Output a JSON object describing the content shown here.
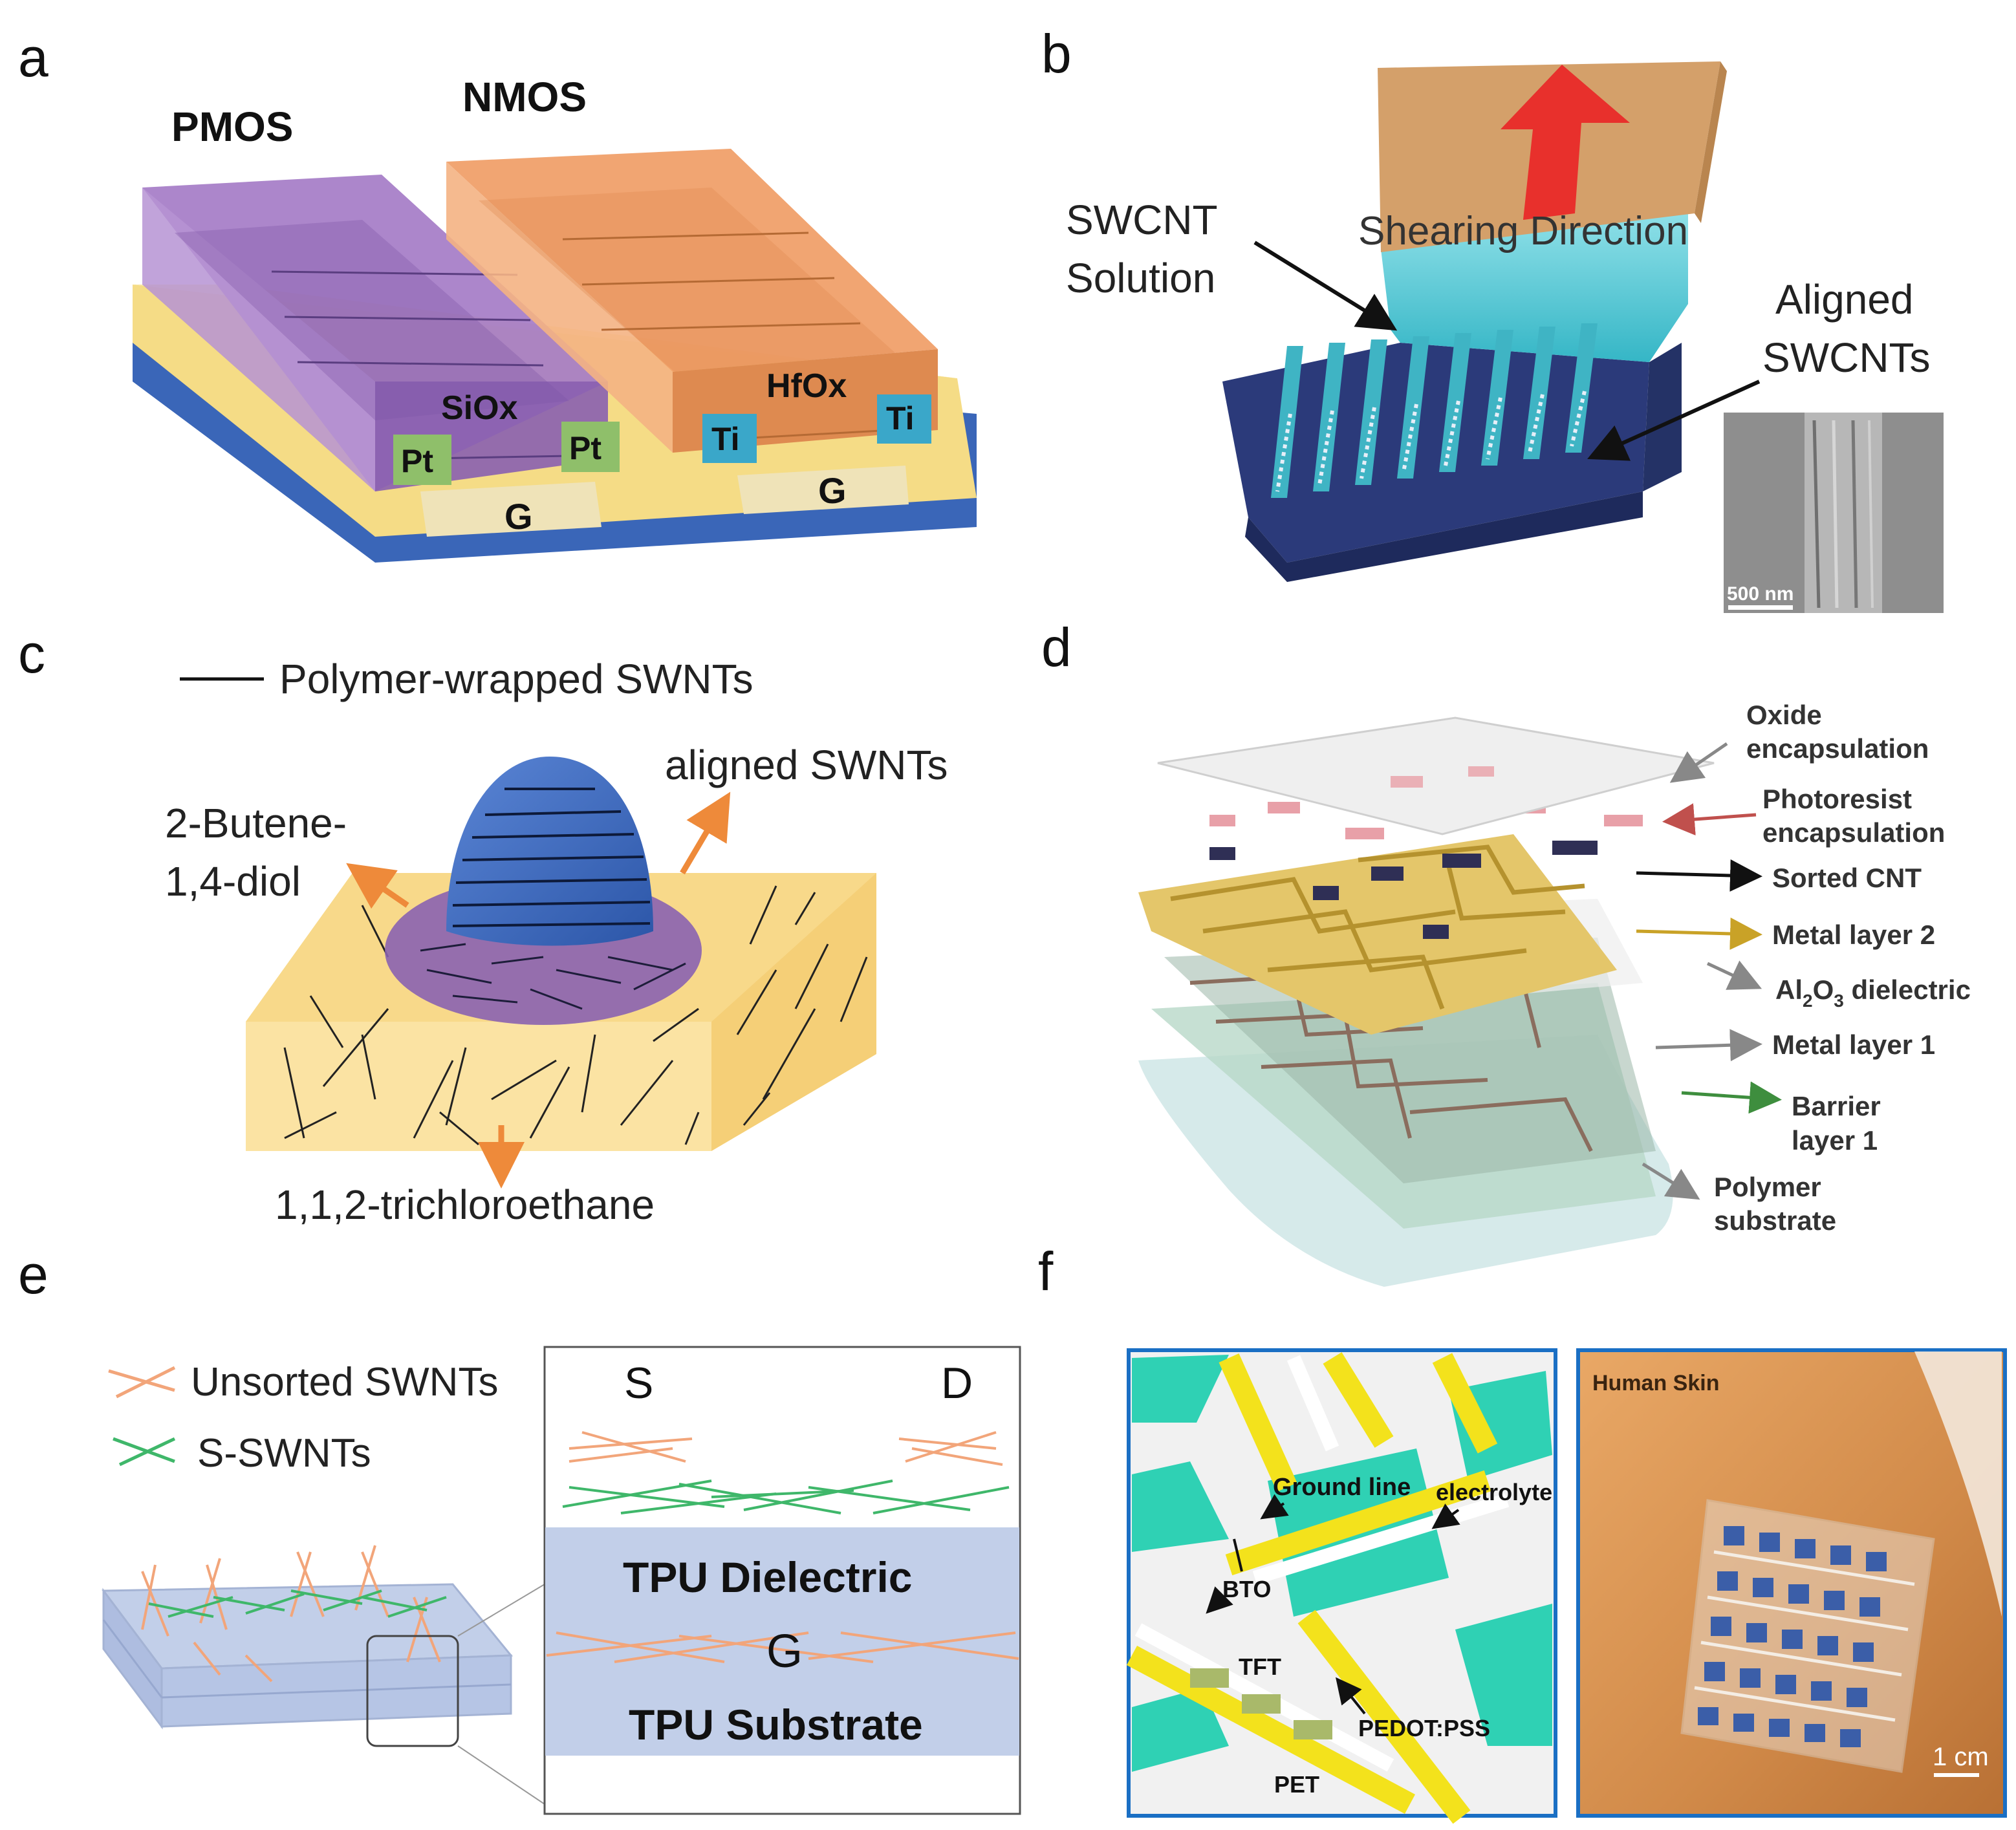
{
  "panels": {
    "a": {
      "letter": "a",
      "pmos_label": "PMOS",
      "nmos_label": "NMOS",
      "pmos_dielectric": "SiOx",
      "nmos_dielectric": "HfOx",
      "pmos_contact_left": "Pt",
      "pmos_contact_right": "Pt",
      "nmos_contact_left": "Ti",
      "nmos_contact_right": "Ti",
      "gate_left": "G",
      "gate_right": "G",
      "colors": {
        "pmos": "#a57cc7",
        "nmos": "#f0a06a",
        "gold": "#f5dc86",
        "base": "#3a66b8",
        "pt": "#8fbf6a",
        "ti": "#3aa7c9"
      }
    },
    "b": {
      "letter": "b",
      "solution_line1": "SWCNT",
      "solution_line2": "Solution",
      "shearing": "Shearing Direction",
      "aligned_line1": "Aligned",
      "aligned_line2": "SWCNTs",
      "scale": "500 nm",
      "colors": {
        "blade": "#d4a06a",
        "arrow": "#e8302c",
        "substrate": "#2b3a7a",
        "liquid": "#4fc3d0"
      }
    },
    "c": {
      "letter": "c",
      "legend": "Polymer-wrapped SWNTs",
      "aligned": "aligned SWNTs",
      "butene_line1": "2-Butene-",
      "butene_line2": "1,4-diol",
      "solvent": "1,1,2-trichloroethane",
      "colors": {
        "block": "#fbe3a3",
        "drop": "#3f6cc2",
        "ellipse": "#8a62b0",
        "arrow": "#ee8a3a"
      }
    },
    "d": {
      "letter": "d",
      "layers": [
        {
          "line1": "Oxide",
          "line2": "encapsulation"
        },
        {
          "line1": "Photoresist",
          "line2": "encapsulation"
        },
        {
          "line1": "Sorted CNT",
          "line2": ""
        },
        {
          "line1": "Metal layer 2",
          "line2": ""
        },
        {
          "line1": "Al",
          "sub1": "2",
          "mid": "O",
          "sub2": "3",
          "rest": " dielectric"
        },
        {
          "line1": "Metal layer 1",
          "line2": ""
        },
        {
          "line1": "Barrier",
          "line2": "layer 1"
        },
        {
          "line1": "Polymer",
          "line2": "substrate"
        }
      ]
    },
    "e": {
      "letter": "e",
      "legend_unsorted": "Unsorted SWNTs",
      "legend_sorted": "S-SWNTs",
      "source": "S",
      "drain": "D",
      "dielectric": "TPU Dielectric",
      "gate": "G",
      "substrate": "TPU Substrate",
      "colors": {
        "unsorted": "#f2a57a",
        "sorted": "#3fb76a",
        "layer": "#c2cfe9"
      }
    },
    "f": {
      "letter": "f",
      "ground": "Ground line",
      "electrolyte": "electrolyte",
      "bto": "BTO",
      "tft": "TFT",
      "pedot": "PEDOT:PSS",
      "pet": "PET",
      "skin": "Human Skin",
      "scale": "1 cm",
      "colors": {
        "teal": "#2fd1b4",
        "yellow": "#f3e21c",
        "skin": "#d9904f",
        "frame": "#1a6fc4"
      }
    }
  }
}
